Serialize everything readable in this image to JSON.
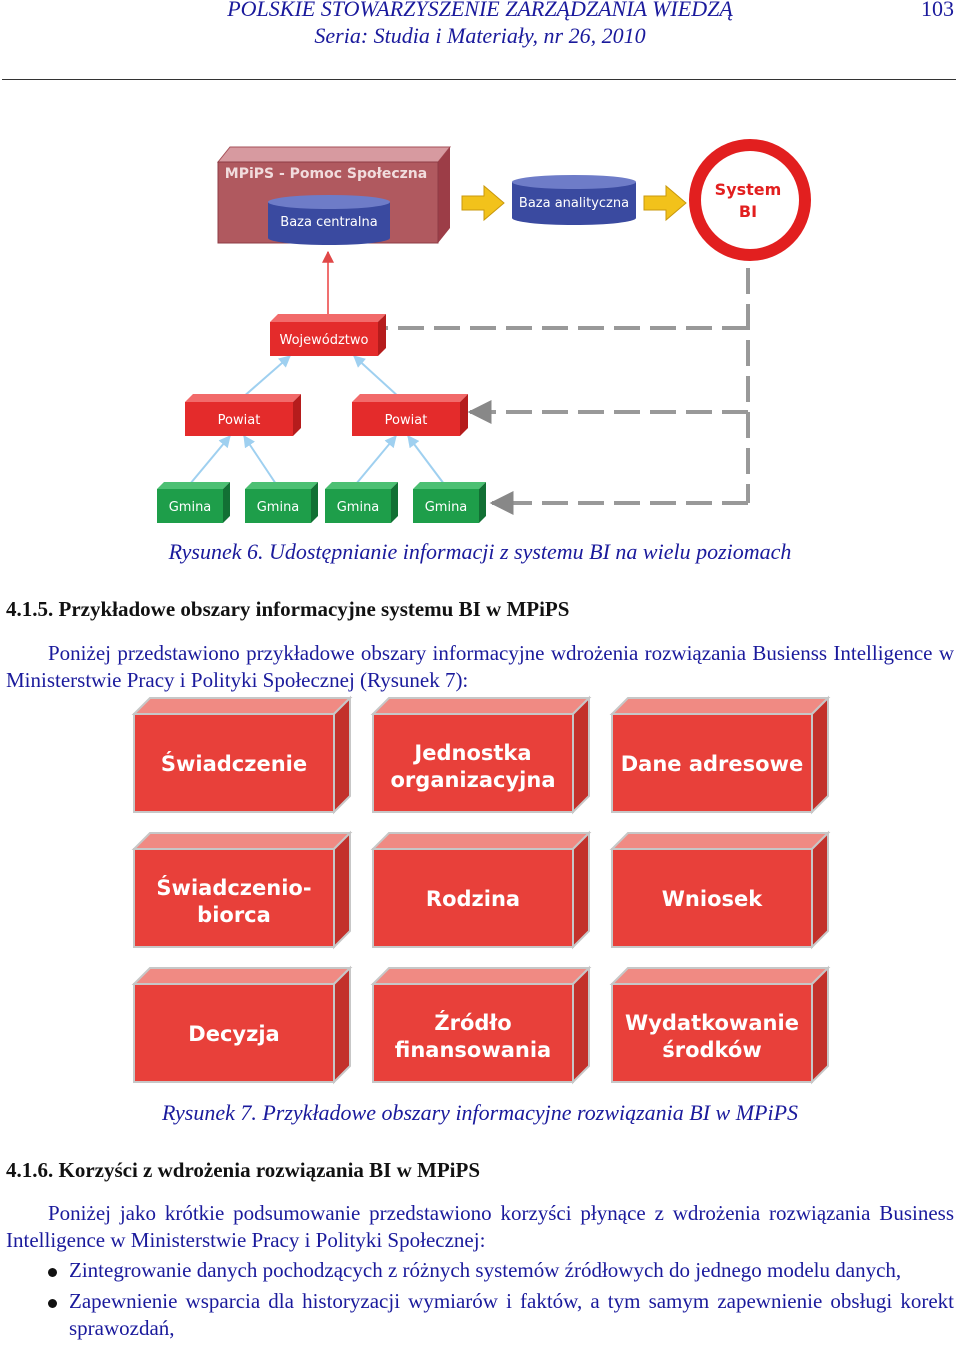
{
  "header": {
    "org": "POLSKIE STOWARZYSZENIE ZARZĄDZANIA WIEDZĄ",
    "series": "Seria: Studia i Materiały, nr 26, 2010",
    "page_number": "103"
  },
  "figure6": {
    "caption": "Rysunek 6. Udostępnianie informacji z systemu BI na wielu poziomach",
    "mpips_box": "MPiPS - Pomoc Społeczna",
    "central_db": "Baza centralna",
    "analytic_db": "Baza analityczna",
    "bi_system_line1": "System",
    "bi_system_line2": "BI",
    "voivodeship": "Województwo",
    "powiat_labels": [
      "Powiat",
      "Powiat"
    ],
    "gmina_labels": [
      "Gmina",
      "Gmina",
      "Gmina",
      "Gmina"
    ],
    "colors": {
      "red": "#e42b2b",
      "green": "#1e9e4a",
      "navy": "#3a4aa0",
      "pink": "#b0595f"
    }
  },
  "section_415": {
    "heading": "4.1.5. Przykładowe obszary informacyjne systemu BI w MPiPS",
    "paragraph": "Poniżej przedstawiono przykładowe obszary informacyjne wdrożenia rozwiązania Busienss Intelligence w Ministerstwie Pracy i Polityki Społecznej (Rysunek 7):"
  },
  "figure7": {
    "caption": "Rysunek 7. Przykładowe obszary informacyjne rozwiązania BI w MPiPS",
    "boxes": [
      {
        "line1": "Świadczenie",
        "line2": ""
      },
      {
        "line1": "Jednostka",
        "line2": "organizacyjna"
      },
      {
        "line1": "Dane adresowe",
        "line2": ""
      },
      {
        "line1": "Świadczenio-",
        "line2": "biorca"
      },
      {
        "line1": "Rodzina",
        "line2": ""
      },
      {
        "line1": "Wniosek",
        "line2": ""
      },
      {
        "line1": "Decyzja",
        "line2": ""
      },
      {
        "line1": "Źródło",
        "line2": "finansowania"
      },
      {
        "line1": "Wydatkowanie",
        "line2": "środków"
      }
    ],
    "colors": {
      "box": "#e8403a"
    }
  },
  "section_416": {
    "heading": "4.1.6. Korzyści z wdrożenia rozwiązania BI w MPiPS",
    "paragraph": "Poniżej jako krótkie podsumowanie przedstawiono korzyści płynące z wdrożenia rozwiązania Business Intelligence w Ministerstwie Pracy i Polityki Społecznej:",
    "bullets": [
      "Zintegrowanie danych pochodzących z różnych systemów źródłowych do jednego modelu danych,",
      "Zapewnienie wsparcia dla historyzacji wymiarów i faktów, a tym samym zapewnienie obsługi korekt sprawozdań,"
    ]
  }
}
